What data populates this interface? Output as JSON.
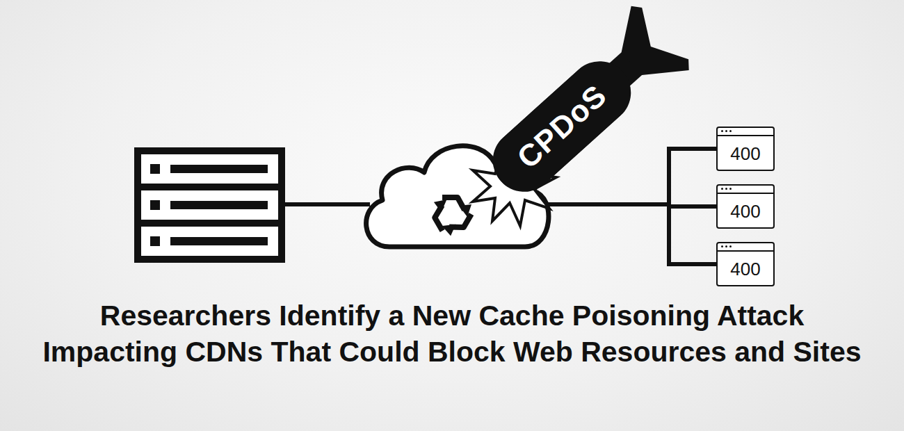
{
  "diagram": {
    "title": "Researchers Identify a New Cache Poisoning Attack Impacting CDNs That Could Block Web Resources and Sites",
    "nodes": [
      {
        "text": [
          "CPDoS"
        ]
      },
      {
        "text": [
          "400"
        ]
      },
      {
        "text": [
          "400"
        ]
      },
      {
        "text": [
          "400"
        ]
      }
    ]
  }
}
